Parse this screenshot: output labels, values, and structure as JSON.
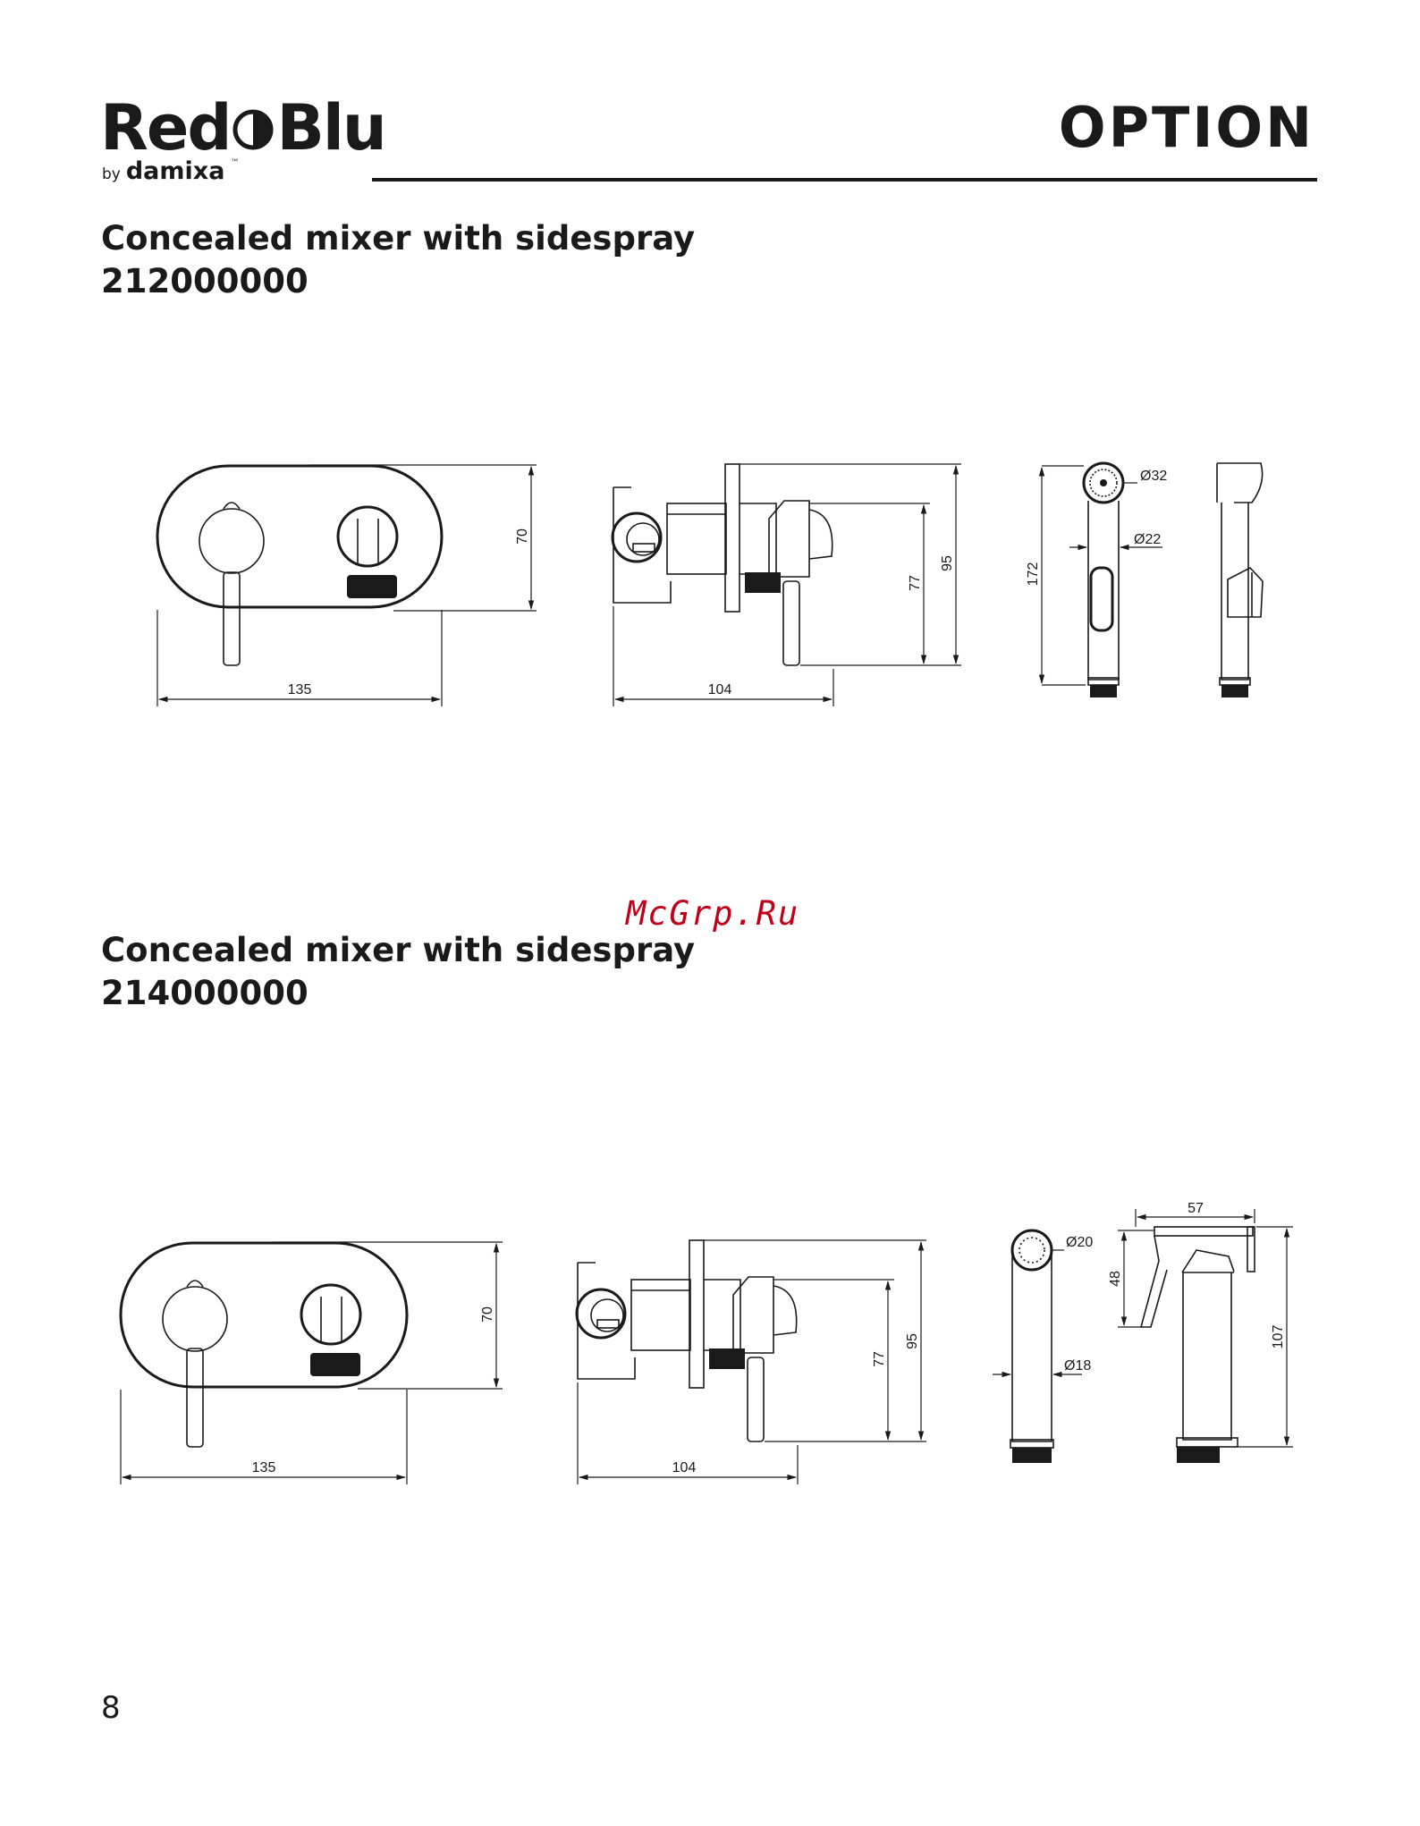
{
  "header": {
    "logo_left": "Red",
    "logo_right": "Blu",
    "logo_by": "by",
    "logo_brand": "damixa",
    "logo_tm": "™",
    "section": "OPTION"
  },
  "products": [
    {
      "title": "Concealed mixer with sidespray",
      "code": "212000000",
      "dims": {
        "plate_width": "135",
        "plate_height": "70",
        "body_depth": "104",
        "height_a": "77",
        "height_b": "95",
        "spray_length": "172",
        "spray_head_dia": "Ø32",
        "spray_neck_dia": "Ø22"
      }
    },
    {
      "title": "Concealed mixer with sidespray",
      "code": "214000000",
      "dims": {
        "plate_width": "135",
        "plate_height": "70",
        "body_depth": "104",
        "height_a": "77",
        "height_b": "95",
        "spray_head_dia": "Ø20",
        "spray_neck_dia": "Ø18",
        "holder_width": "57",
        "holder_depth": "48",
        "holder_height": "107"
      }
    }
  ],
  "watermark": "McGrp.Ru",
  "page_number": "8"
}
